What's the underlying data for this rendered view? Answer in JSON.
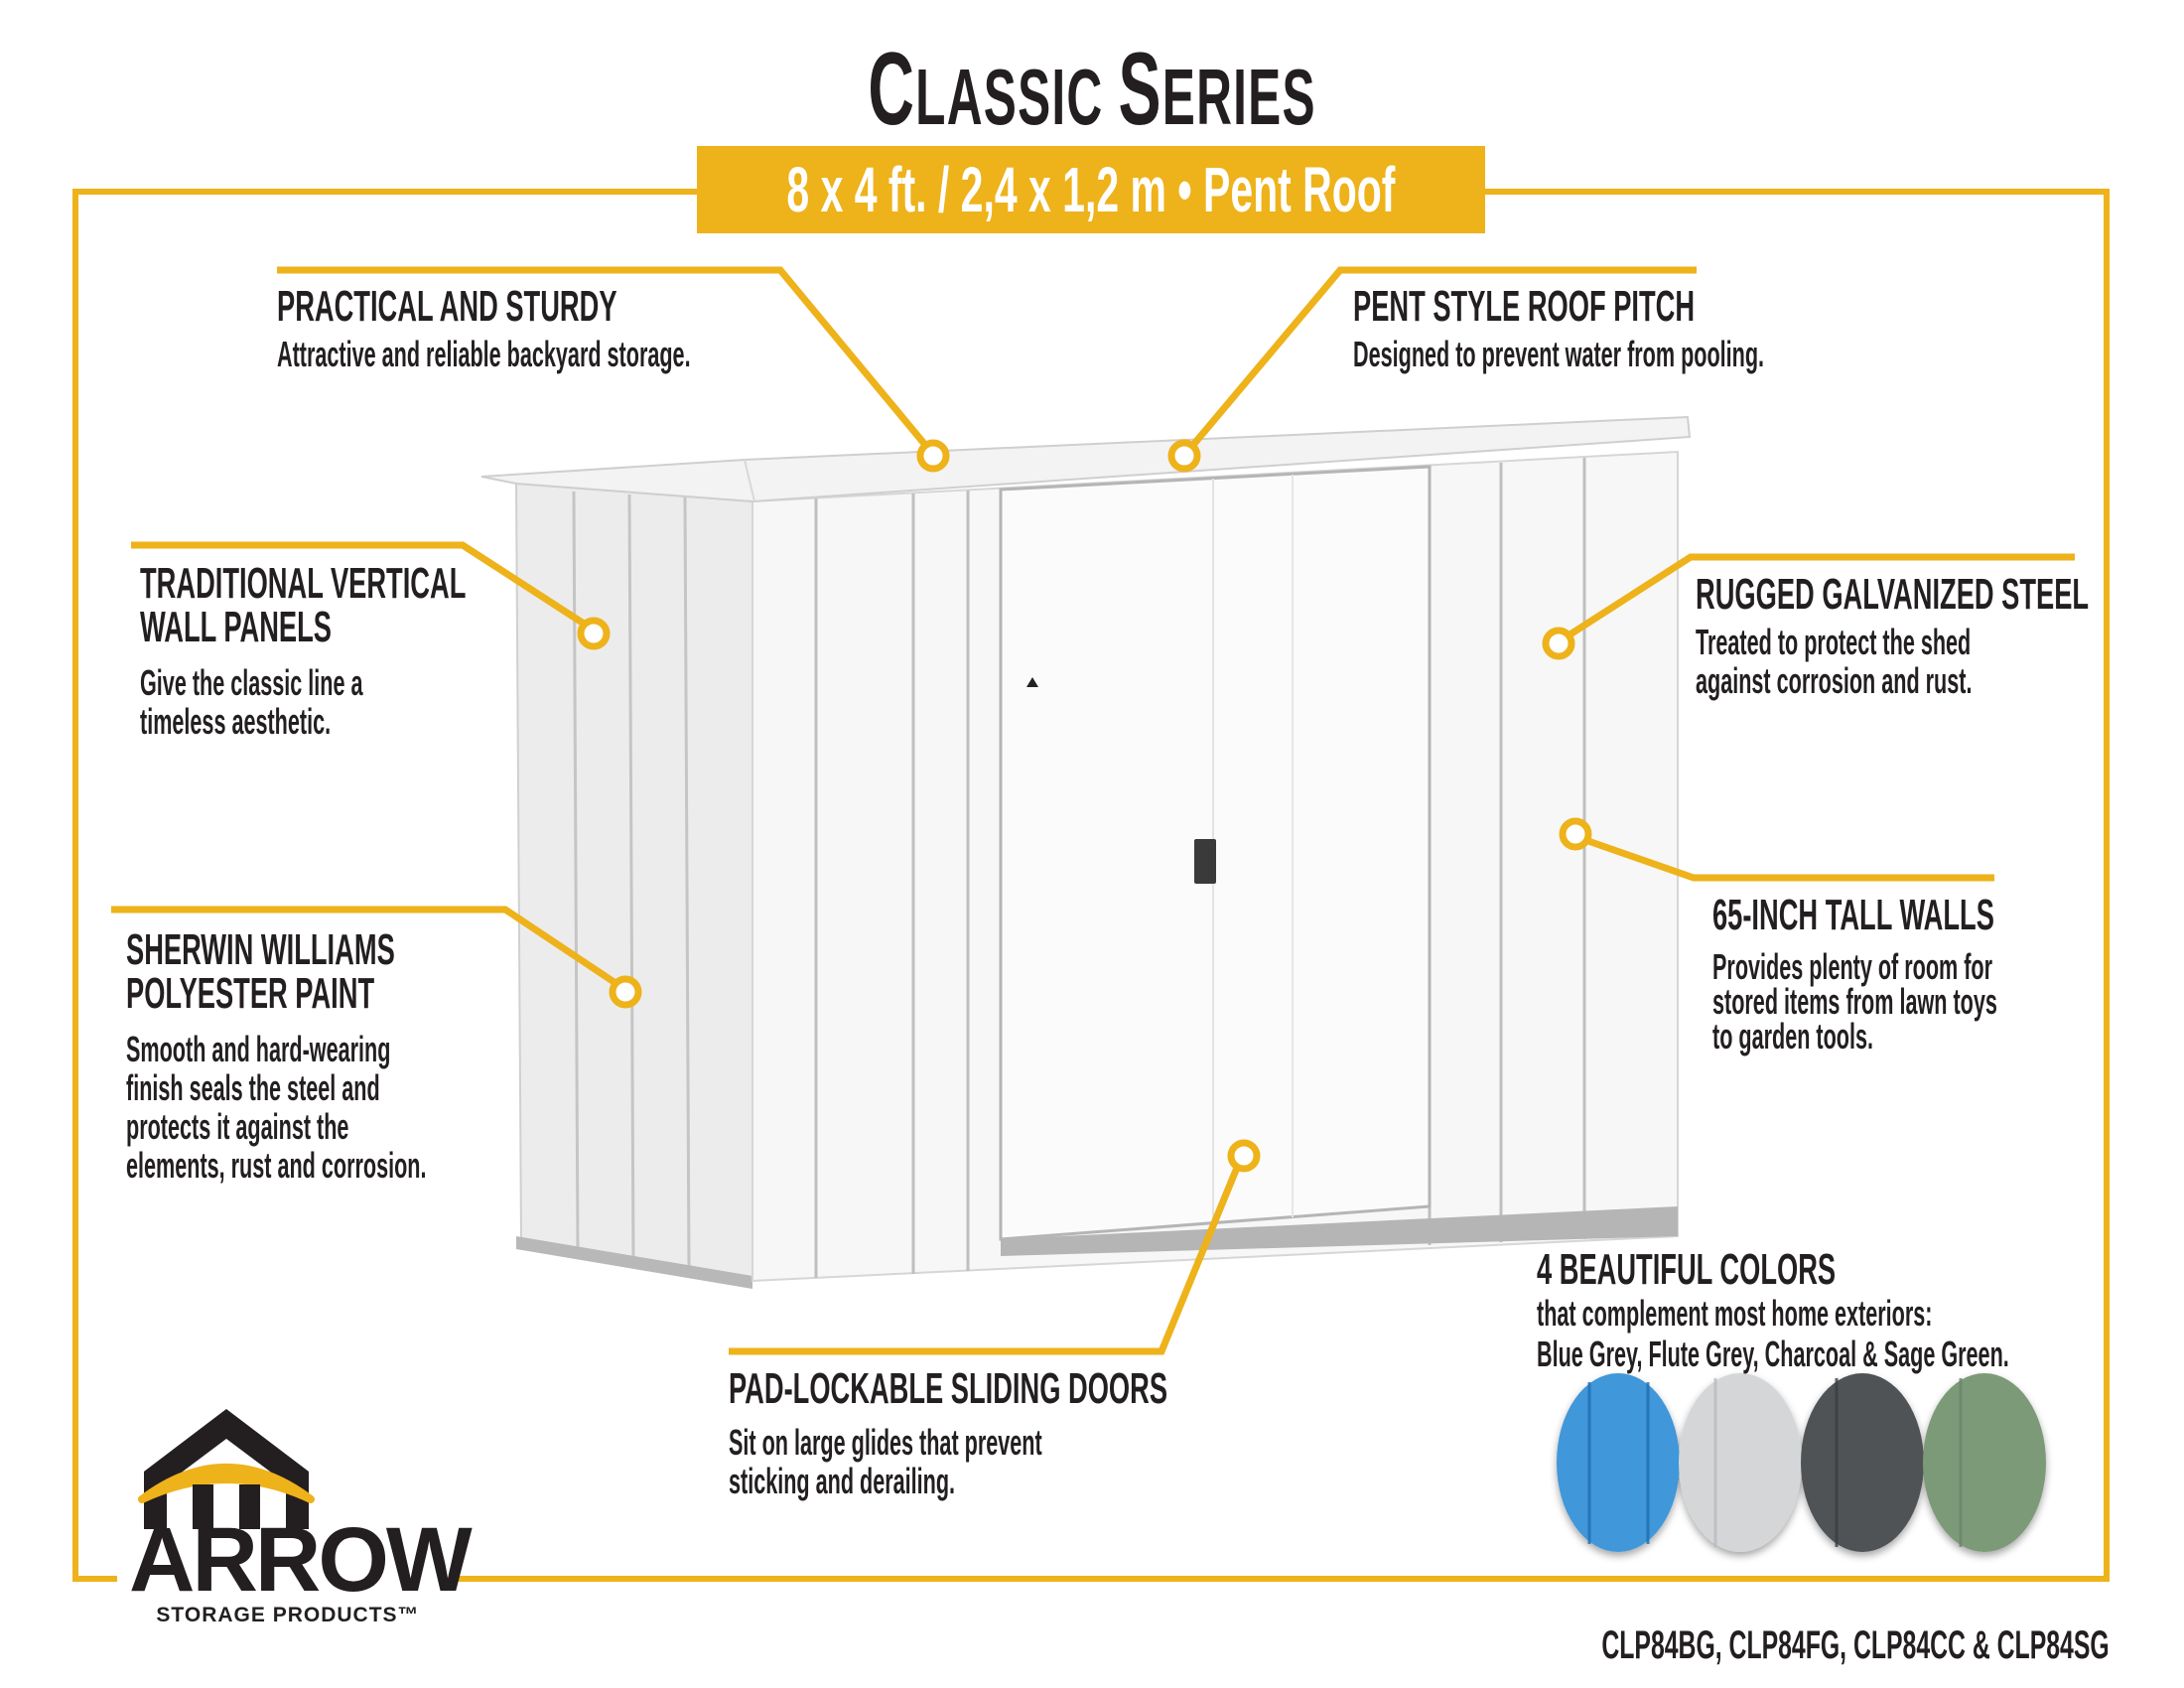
{
  "header": {
    "title_first_cap": "C",
    "title_first_rest": "LASSIC ",
    "title_second_cap": "S",
    "title_second_rest": "ERIES",
    "badge_text": "8 x 4 ft. / 2,4 x 1,2 m  •  Pent Roof"
  },
  "theme": {
    "accent": "#eeb21a",
    "text": "#231f20",
    "background": "#ffffff"
  },
  "callouts": [
    {
      "id": "practical",
      "heading": "PRACTICAL AND STURDY",
      "body": [
        "Attractive and reliable backyard storage."
      ]
    },
    {
      "id": "roof",
      "heading": "PENT STYLE ROOF PITCH",
      "body": [
        "Designed to prevent water from pooling."
      ]
    },
    {
      "id": "panels",
      "heading": [
        "TRADITIONAL VERTICAL",
        "WALL PANELS"
      ],
      "body": [
        "Give the classic line a",
        "timeless aesthetic."
      ]
    },
    {
      "id": "paint",
      "heading": [
        "SHERWIN WILLIAMS",
        "POLYESTER PAINT"
      ],
      "body": [
        "Smooth and hard-wearing",
        "finish seals the steel and",
        "protects it against the",
        "elements, rust and corrosion."
      ]
    },
    {
      "id": "steel",
      "heading": "RUGGED GALVANIZED STEEL",
      "body": [
        "Treated to protect the shed",
        "against corrosion and rust."
      ]
    },
    {
      "id": "walls",
      "heading": "65-INCH TALL WALLS",
      "body": [
        "Provides plenty of room for",
        "stored items from lawn toys",
        "to garden tools."
      ]
    },
    {
      "id": "doors",
      "heading": "PAD-LOCKABLE SLIDING DOORS",
      "body": [
        "Sit on large glides that prevent",
        "sticking and derailing."
      ]
    }
  ],
  "colors_section": {
    "heading": "4 BEAUTIFUL COLORS",
    "line1": "that complement most home exteriors:",
    "line2": "Blue Grey, Flute Grey, Charcoal & Sage Green.",
    "swatches": [
      {
        "name": "Blue Grey",
        "hex": "#3f97d9",
        "rib": "#1f6fb0"
      },
      {
        "name": "Flute Grey",
        "hex": "#d4d6d8",
        "rib": "#b9bcbf"
      },
      {
        "name": "Charcoal",
        "hex": "#4f5254",
        "rib": "#3b3e40"
      },
      {
        "name": "Sage Green",
        "hex": "#7b9a78",
        "rib": "#6a8868"
      }
    ]
  },
  "logo": {
    "word": "ARROW",
    "sub": "STORAGE  PRODUCTS™"
  },
  "model_codes": "CLP84BG, CLP84FG, CLP84CC & CLP84SG"
}
